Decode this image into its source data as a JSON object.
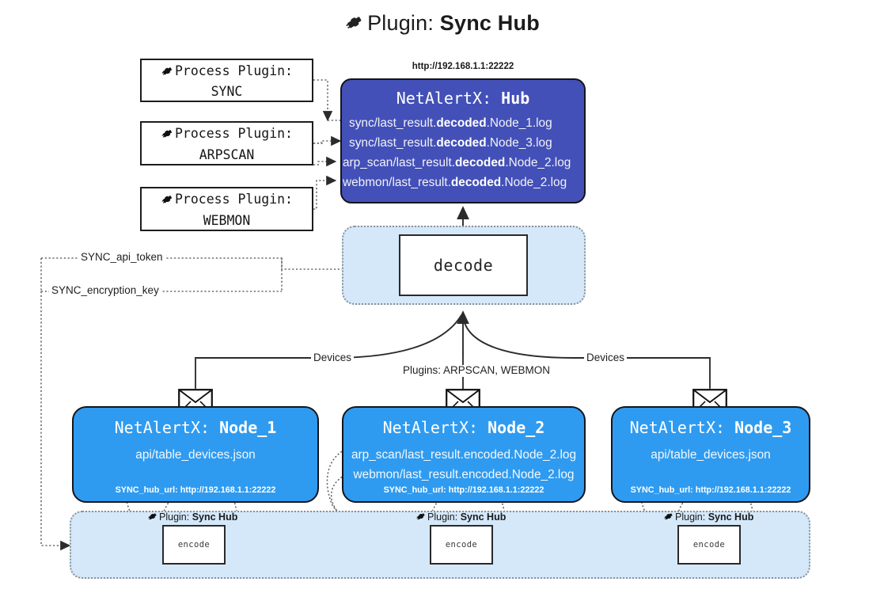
{
  "title": {
    "icon": "plug-icon",
    "prefix": "Plugin: ",
    "name": "Sync Hub"
  },
  "process_plugins": [
    {
      "icon": "plug-icon",
      "line1": "Process Plugin:",
      "line2": "SYNC"
    },
    {
      "icon": "plug-icon",
      "line1": "Process Plugin:",
      "line2": "ARPSCAN"
    },
    {
      "icon": "plug-icon",
      "line1": "Process Plugin:",
      "line2": "WEBMON"
    }
  ],
  "hub": {
    "url": "http://192.168.1.1:22222",
    "title_prefix": "NetAlertX: ",
    "title_name": "Hub",
    "logs": [
      {
        "pre": "sync/last_result.",
        "mid": "decoded",
        "post": ".Node_1.log"
      },
      {
        "pre": "sync/last_result.",
        "mid": "decoded",
        "post": ".Node_3.log"
      },
      {
        "pre": "arp_scan/last_result.",
        "mid": "decoded",
        "post": ".Node_2.log"
      },
      {
        "pre": "webmon/last_result.",
        "mid": "decoded",
        "post": ".Node_2.log"
      }
    ]
  },
  "decode": {
    "label": "decode"
  },
  "settings": {
    "api_token": "SYNC_api_token",
    "encryption_key": "SYNC_encryption_key"
  },
  "edge_labels": {
    "devices_left": "Devices",
    "devices_right": "Devices",
    "plugins_center": "Plugins: ARPSCAN, WEBMON"
  },
  "nodes": [
    {
      "icon": "envelope-icon",
      "title_prefix": "NetAlertX: ",
      "title_name": "Node_1",
      "lines": [
        "api/table_devices.json"
      ],
      "footer": "SYNC_hub_url: http://192.168.1.1:22222"
    },
    {
      "icon": "envelope-icon",
      "title_prefix": "NetAlertX: ",
      "title_name": "Node_2",
      "lines": [
        "arp_scan/last_result.encoded.Node_2.log",
        "webmon/last_result.encoded.Node_2.log"
      ],
      "footer": "SYNC_hub_url: http://192.168.1.1:22222"
    },
    {
      "icon": "envelope-icon",
      "title_prefix": "NetAlertX: ",
      "title_name": "Node_3",
      "lines": [
        "api/table_devices.json"
      ],
      "footer": "SYNC_hub_url: http://192.168.1.1:22222"
    }
  ],
  "encoders": [
    {
      "icon": "plug-icon",
      "caption_prefix": "Plugin: ",
      "caption_name": "Sync Hub",
      "label": "encode"
    },
    {
      "icon": "plug-icon",
      "caption_prefix": "Plugin: ",
      "caption_name": "Sync Hub",
      "label": "encode"
    },
    {
      "icon": "plug-icon",
      "caption_prefix": "Plugin: ",
      "caption_name": "Sync Hub",
      "label": "encode"
    }
  ],
  "colors": {
    "hub_fill": "#4350b8",
    "node_fill": "#2f9bf0",
    "container_fill": "#d4e8fa",
    "stroke": "#15151a",
    "background": "#ffffff"
  }
}
